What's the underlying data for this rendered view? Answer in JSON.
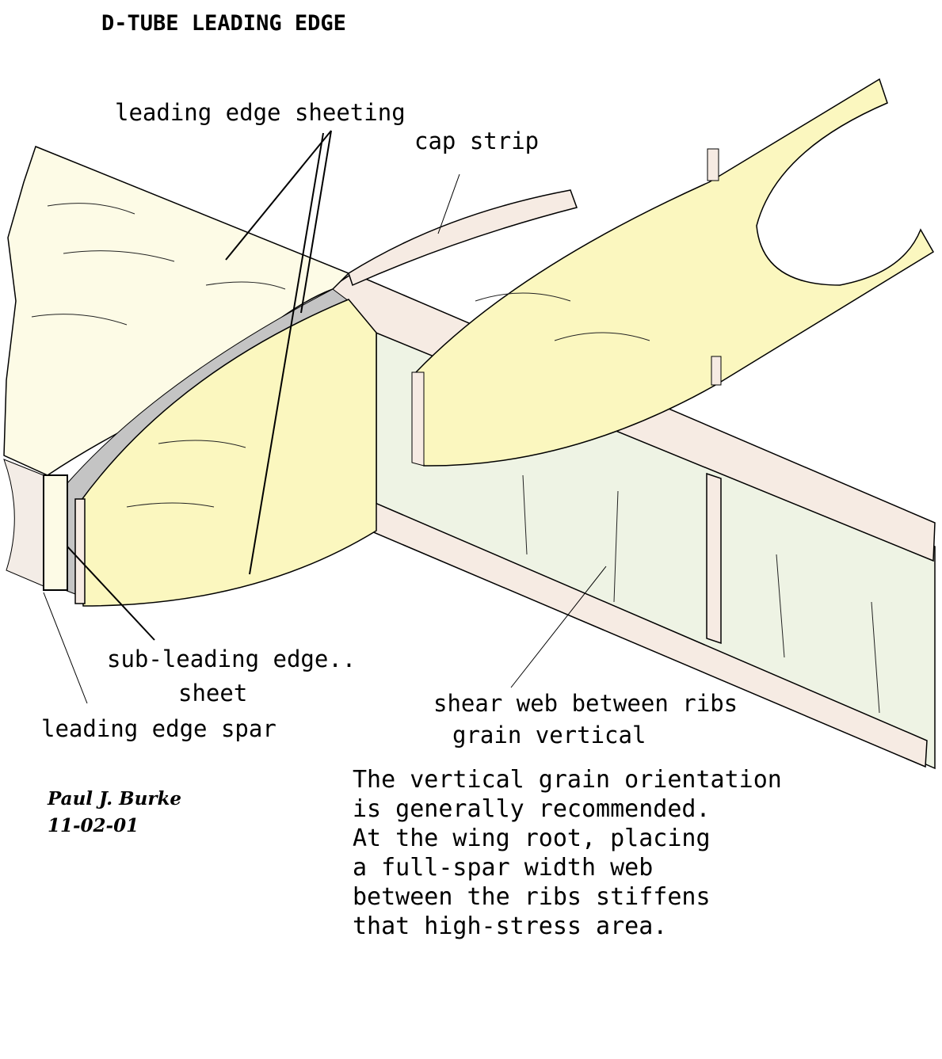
{
  "title": "D-TUBE LEADING EDGE",
  "labels": {
    "leading_edge_sheeting": "leading edge sheeting",
    "cap_strip": "cap strip",
    "sub_leading_edge_1": "sub-leading edge..",
    "sub_leading_edge_2": "sheet",
    "leading_edge_spar": "leading edge spar",
    "shear_web_1": "shear web between ribs",
    "shear_web_2": "grain vertical"
  },
  "note_lines": [
    "The vertical grain orientation",
    "is generally recommended.",
    "At the wing root, placing",
    "a full-spar width web",
    "between the ribs stiffens",
    "that high-stress area."
  ],
  "signature": {
    "name": "Paul J. Burke",
    "date": "11-02-01"
  },
  "colors": {
    "rib": "#fbf7bf",
    "sheeting": "#fdfbe6",
    "cap": "#f6ebe3",
    "web": "#eef3e4",
    "gray": "#c4c4c4"
  }
}
